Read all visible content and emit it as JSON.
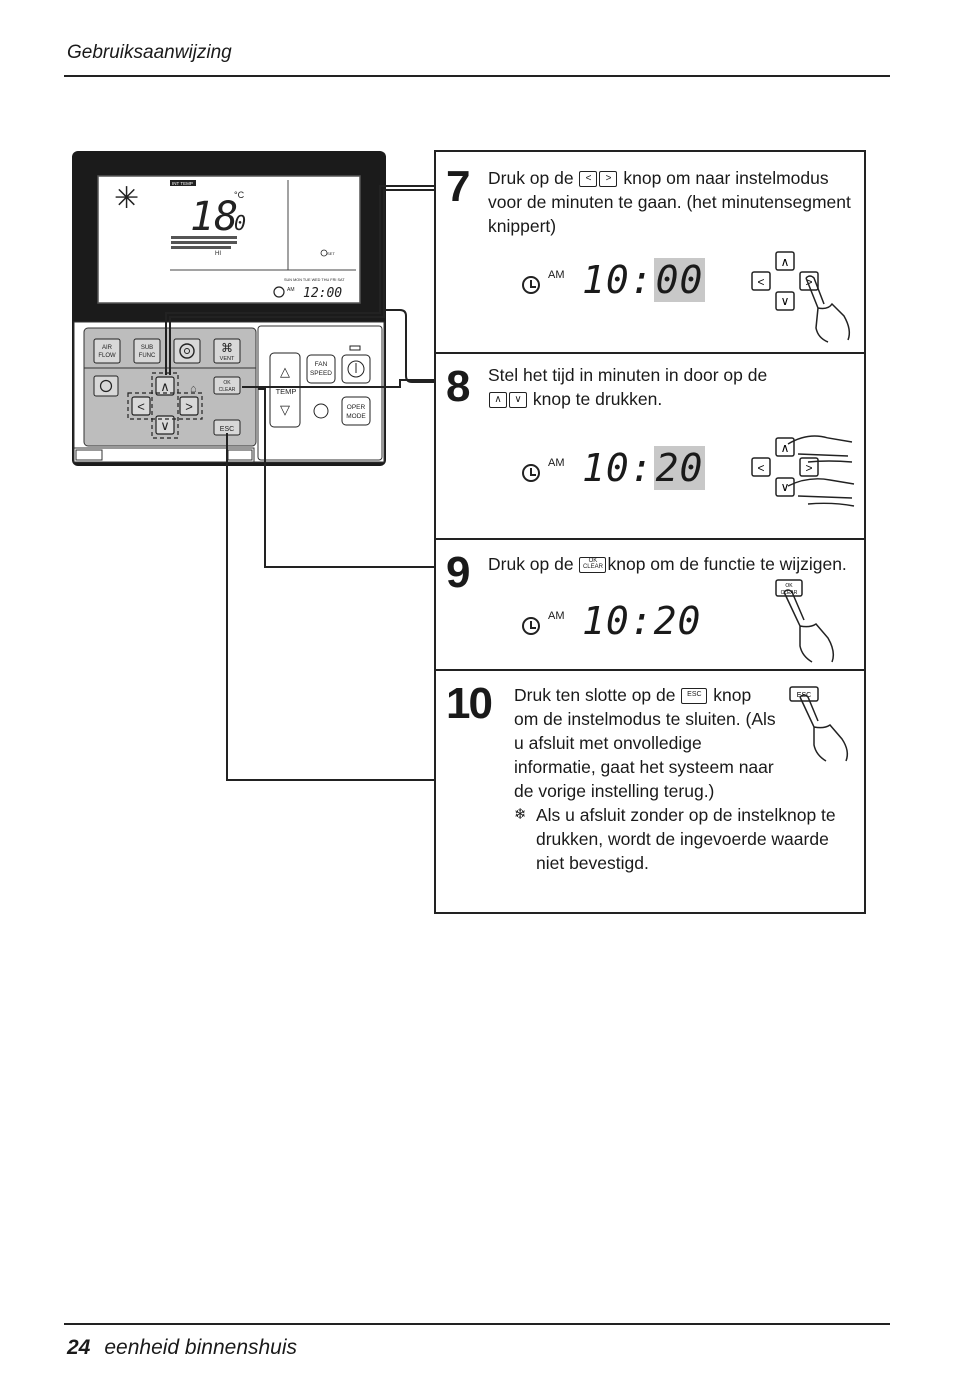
{
  "header": {
    "title": "Gebruiksaanwijzing"
  },
  "footer": {
    "page": "24",
    "text": "eenheid binnenshuis"
  },
  "remote": {
    "lcd_label": "INT TEMP",
    "temp": "18",
    "temp_decimal": "0",
    "unit": "°C",
    "fan": "HI",
    "set": "SET",
    "days": "SUN MON TUE WED THU FRI SAT",
    "clock_am": "AM",
    "clock_time": "12:00",
    "buttons": {
      "air_flow": "AIR FLOW",
      "sub_func": "SUB FUNC",
      "vent": "VENT",
      "ok_clear": "OK CLEAR",
      "esc": "ESC",
      "fan_speed": "FAN SPEED",
      "temp": "TEMP",
      "oper_mode": "OPER MODE"
    }
  },
  "steps": [
    {
      "number": "7",
      "text_a": "Druk op de",
      "text_b": "knop om naar instelmodus voor de minuten te gaan. (het minutensegment knippert)",
      "am": "AM",
      "hours": "10:",
      "minutes": "00"
    },
    {
      "number": "8",
      "text_a": "Stel het tijd in minuten in door op de",
      "text_b": "knop te drukken.",
      "am": "AM",
      "hours": "10:",
      "minutes": "20"
    },
    {
      "number": "9",
      "text_a": "Druk op de",
      "text_b": "knop om de functie te wijzigen.",
      "am": "AM",
      "time": "10:20"
    },
    {
      "number": "10",
      "text_a": "Druk ten slotte op de",
      "text_b": "knop",
      "text_c": "om de instelmodus te sluiten. (Als u afsluit met onvolledige informatie, gaat het systeem naar de vorige instelling terug.)",
      "note": "Als u afsluit zonder op de instelknop te drukken, wordt de ingevoerde waarde niet bevestigd."
    }
  ]
}
